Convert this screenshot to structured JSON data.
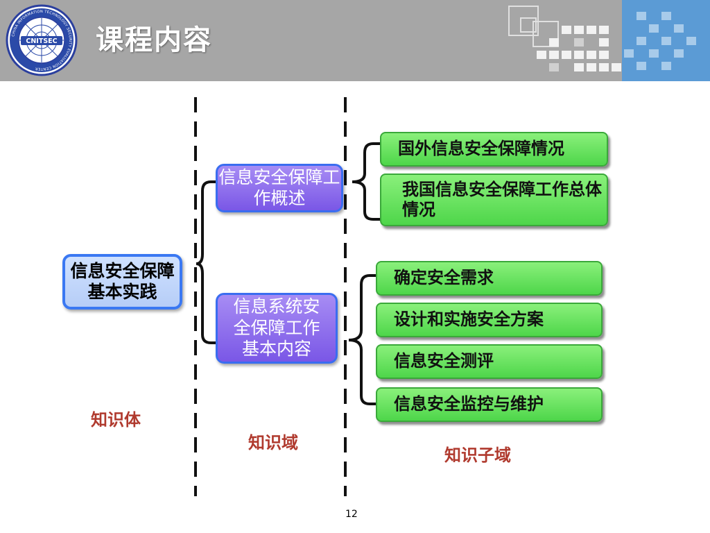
{
  "header": {
    "title": "课程内容",
    "logo": {
      "center_text": "CNITSEC",
      "ring_text": "CHINA INFORMATION TECHNOLOGY SECURITY EVALUATION CENTER"
    }
  },
  "diagram": {
    "root": "信息安全保障基本实践",
    "domains": [
      {
        "label": "信息安全保障工作概述",
        "children": [
          "国外信息安全保障情况",
          "我国信息安全保障工作总体情况"
        ]
      },
      {
        "label": "信息系统安全保障工作基本内容",
        "children": [
          "确定安全需求",
          "设计和实施安全方案",
          "信息安全测评",
          "信息安全监控与维护"
        ]
      }
    ],
    "column_labels": {
      "body": "知识体",
      "domain": "知识域",
      "subdomain": "知识子域"
    }
  },
  "page_number": "12"
}
